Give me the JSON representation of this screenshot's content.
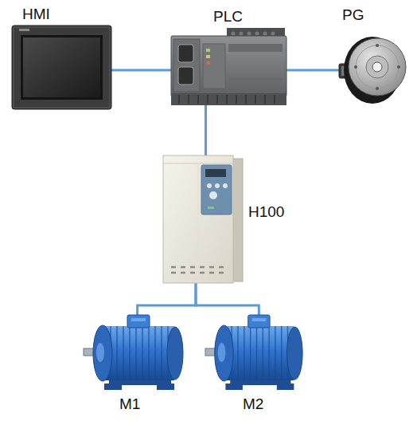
{
  "diagram": {
    "nodes": [
      {
        "text": [
          "HMI"
        ]
      },
      {
        "text": [
          "PLC"
        ]
      },
      {
        "text": [
          "PG"
        ]
      },
      {
        "text": [
          "H100"
        ]
      },
      {
        "text": [
          "M1"
        ]
      },
      {
        "text": [
          "M2"
        ]
      }
    ],
    "edges": [
      {
        "from": 0,
        "to": 1,
        "arrow": "none"
      },
      {
        "from": 1,
        "to": 2,
        "arrow": "none"
      },
      {
        "from": 1,
        "to": 3,
        "arrow": "none"
      },
      {
        "from": 3,
        "to": 4,
        "arrow": "none"
      },
      {
        "from": 3,
        "to": 5,
        "arrow": "none"
      }
    ]
  }
}
